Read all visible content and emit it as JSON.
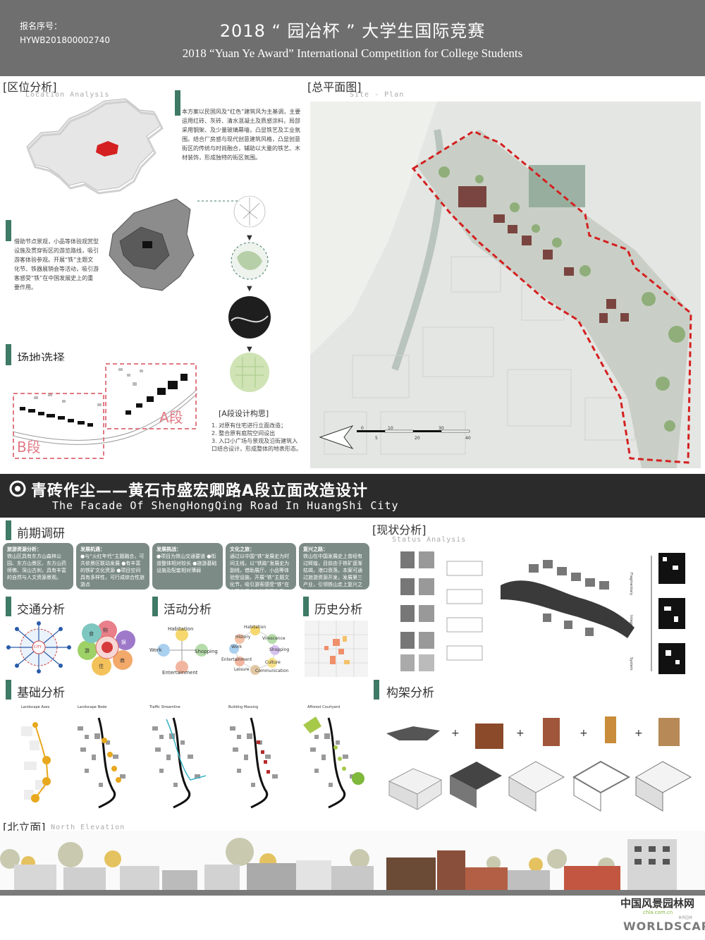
{
  "header": {
    "reg_label": "报名序号：",
    "reg_no": "HYWB201800002740",
    "title_cn": "2018 “ 园冶杯 ” 大学生国际竞赛",
    "title_en": "2018 “Yuan Ye Award” International Competition for College Students"
  },
  "location": {
    "title": "区位分析",
    "subtitle": "Location Analysis",
    "desc1": "本方案以民国风及“红色”建筑风为主基调，主要运用红砖、灰砖、清水混凝土及质感涂料，局部采用钢架、及少量玻璃幕墙，凸显铁艺及工业氛围。结合厂房感与现代创意建筑风格，凸显创意街区的传统与时尚融合，辅助以大量的铁艺、木材装饰，形成独特的街区氛围。",
    "desc2": "借助节点景观，小品等体验观赏型设施及贯穿街区的游览路线，吸引游客体验参观。开展“铁”主题文化节、铁器展销会等活动，吸引游客感受“铁”在中国发展史上的重要作用。"
  },
  "site_select": {
    "title": "场地选择",
    "label_a": "A段",
    "label_b": "B段",
    "concept_title": "A段设计构思",
    "concept_items": [
      "1. 对原有住宅进行立面改造；",
      "2. 整合原有庭院空间设出",
      "3. 入口小广场与景观及沿街建筑入口结合设计，形成整体的地表形态。"
    ]
  },
  "plan": {
    "title": "总平面图",
    "subtitle": "Site - Plan",
    "scale": [
      "0",
      "5",
      "10",
      "20",
      "30",
      "40"
    ]
  },
  "banner": {
    "cn": "青砖作尘——黄石市盛宏卿路A段立面改造设计",
    "en": "The Facade Of ShengHongQing Road In HuangShi City"
  },
  "research": {
    "title": "前期调研",
    "cards": [
      {
        "title": "旅游资源分析：",
        "text": "铁山区具有东方山森林公园、东方山景区、东方山药师佛、深山古刹，具有丰富的自然与人文资源景观。"
      },
      {
        "title": "发展机遇：",
        "text": "●与“火红年代”主题融合，可共依景区联动发展 ●有丰富的铁矿文化资源 ●项目空间具有多样性，可行成综合性旅游点"
      },
      {
        "title": "发展挑战：",
        "text": "●项目为铁山交通要道 ●街道整体相对较长 ●旅游基础设施及配套相对薄弱"
      },
      {
        "title": "文化之旅：",
        "text": "通过以中国“铁”发展史为时间主线，以“铁路”发展史为副线，借助展厅、小品等体验型设施，开展“铁”主题文化节，吸引游客感受“铁”在中国发展史上的重要作用。"
      },
      {
        "title": "复兴之路：",
        "text": "铁山在中国发展史上曾经有过辉煌，目前由于铁矿逐渐枯竭，港口衰落。本案可通过旅游资源开发，发展第三产业，引领铁山走上复兴之路。"
      }
    ]
  },
  "status": {
    "title": "现状分析",
    "subtitle": "Status Analysis",
    "side_labels": [
      "Fragmentary",
      "Integrate",
      "System"
    ]
  },
  "traffic": {
    "title": "交通分析",
    "center": "CITY"
  },
  "activity": {
    "title": "活动分析",
    "d1": [
      "Habitation",
      "Work",
      "Shopping",
      "Entertainment"
    ],
    "d2": [
      "Habitation",
      "History",
      "Virescence",
      "Work",
      "Shopping",
      "Entertainment",
      "Culture",
      "Leisure",
      "Communication"
    ],
    "flower": [
      "购",
      "娱",
      "商",
      "住",
      "游",
      "食"
    ]
  },
  "history": {
    "title": "历史分析"
  },
  "basic": {
    "title": "基础分析",
    "panels": [
      "Landscape Axes",
      "Landscape Node",
      "Traffic Streamline",
      "Building Massing",
      "Afforest Courtyard"
    ]
  },
  "frame": {
    "title": "构架分析",
    "plus": "+"
  },
  "elevation": {
    "title": "北立面",
    "subtitle": "North Elevation"
  },
  "footer": {
    "logo_cn": "中国风景园林网",
    "logo_url": "chla.com.cn",
    "logo_en": "WORLDSCAPE",
    "logo_small": "世界园林"
  },
  "colors": {
    "accent": "#3f7a66",
    "red": "#d42020",
    "header": "#6f6f6f",
    "banner": "#2b2b2b"
  }
}
